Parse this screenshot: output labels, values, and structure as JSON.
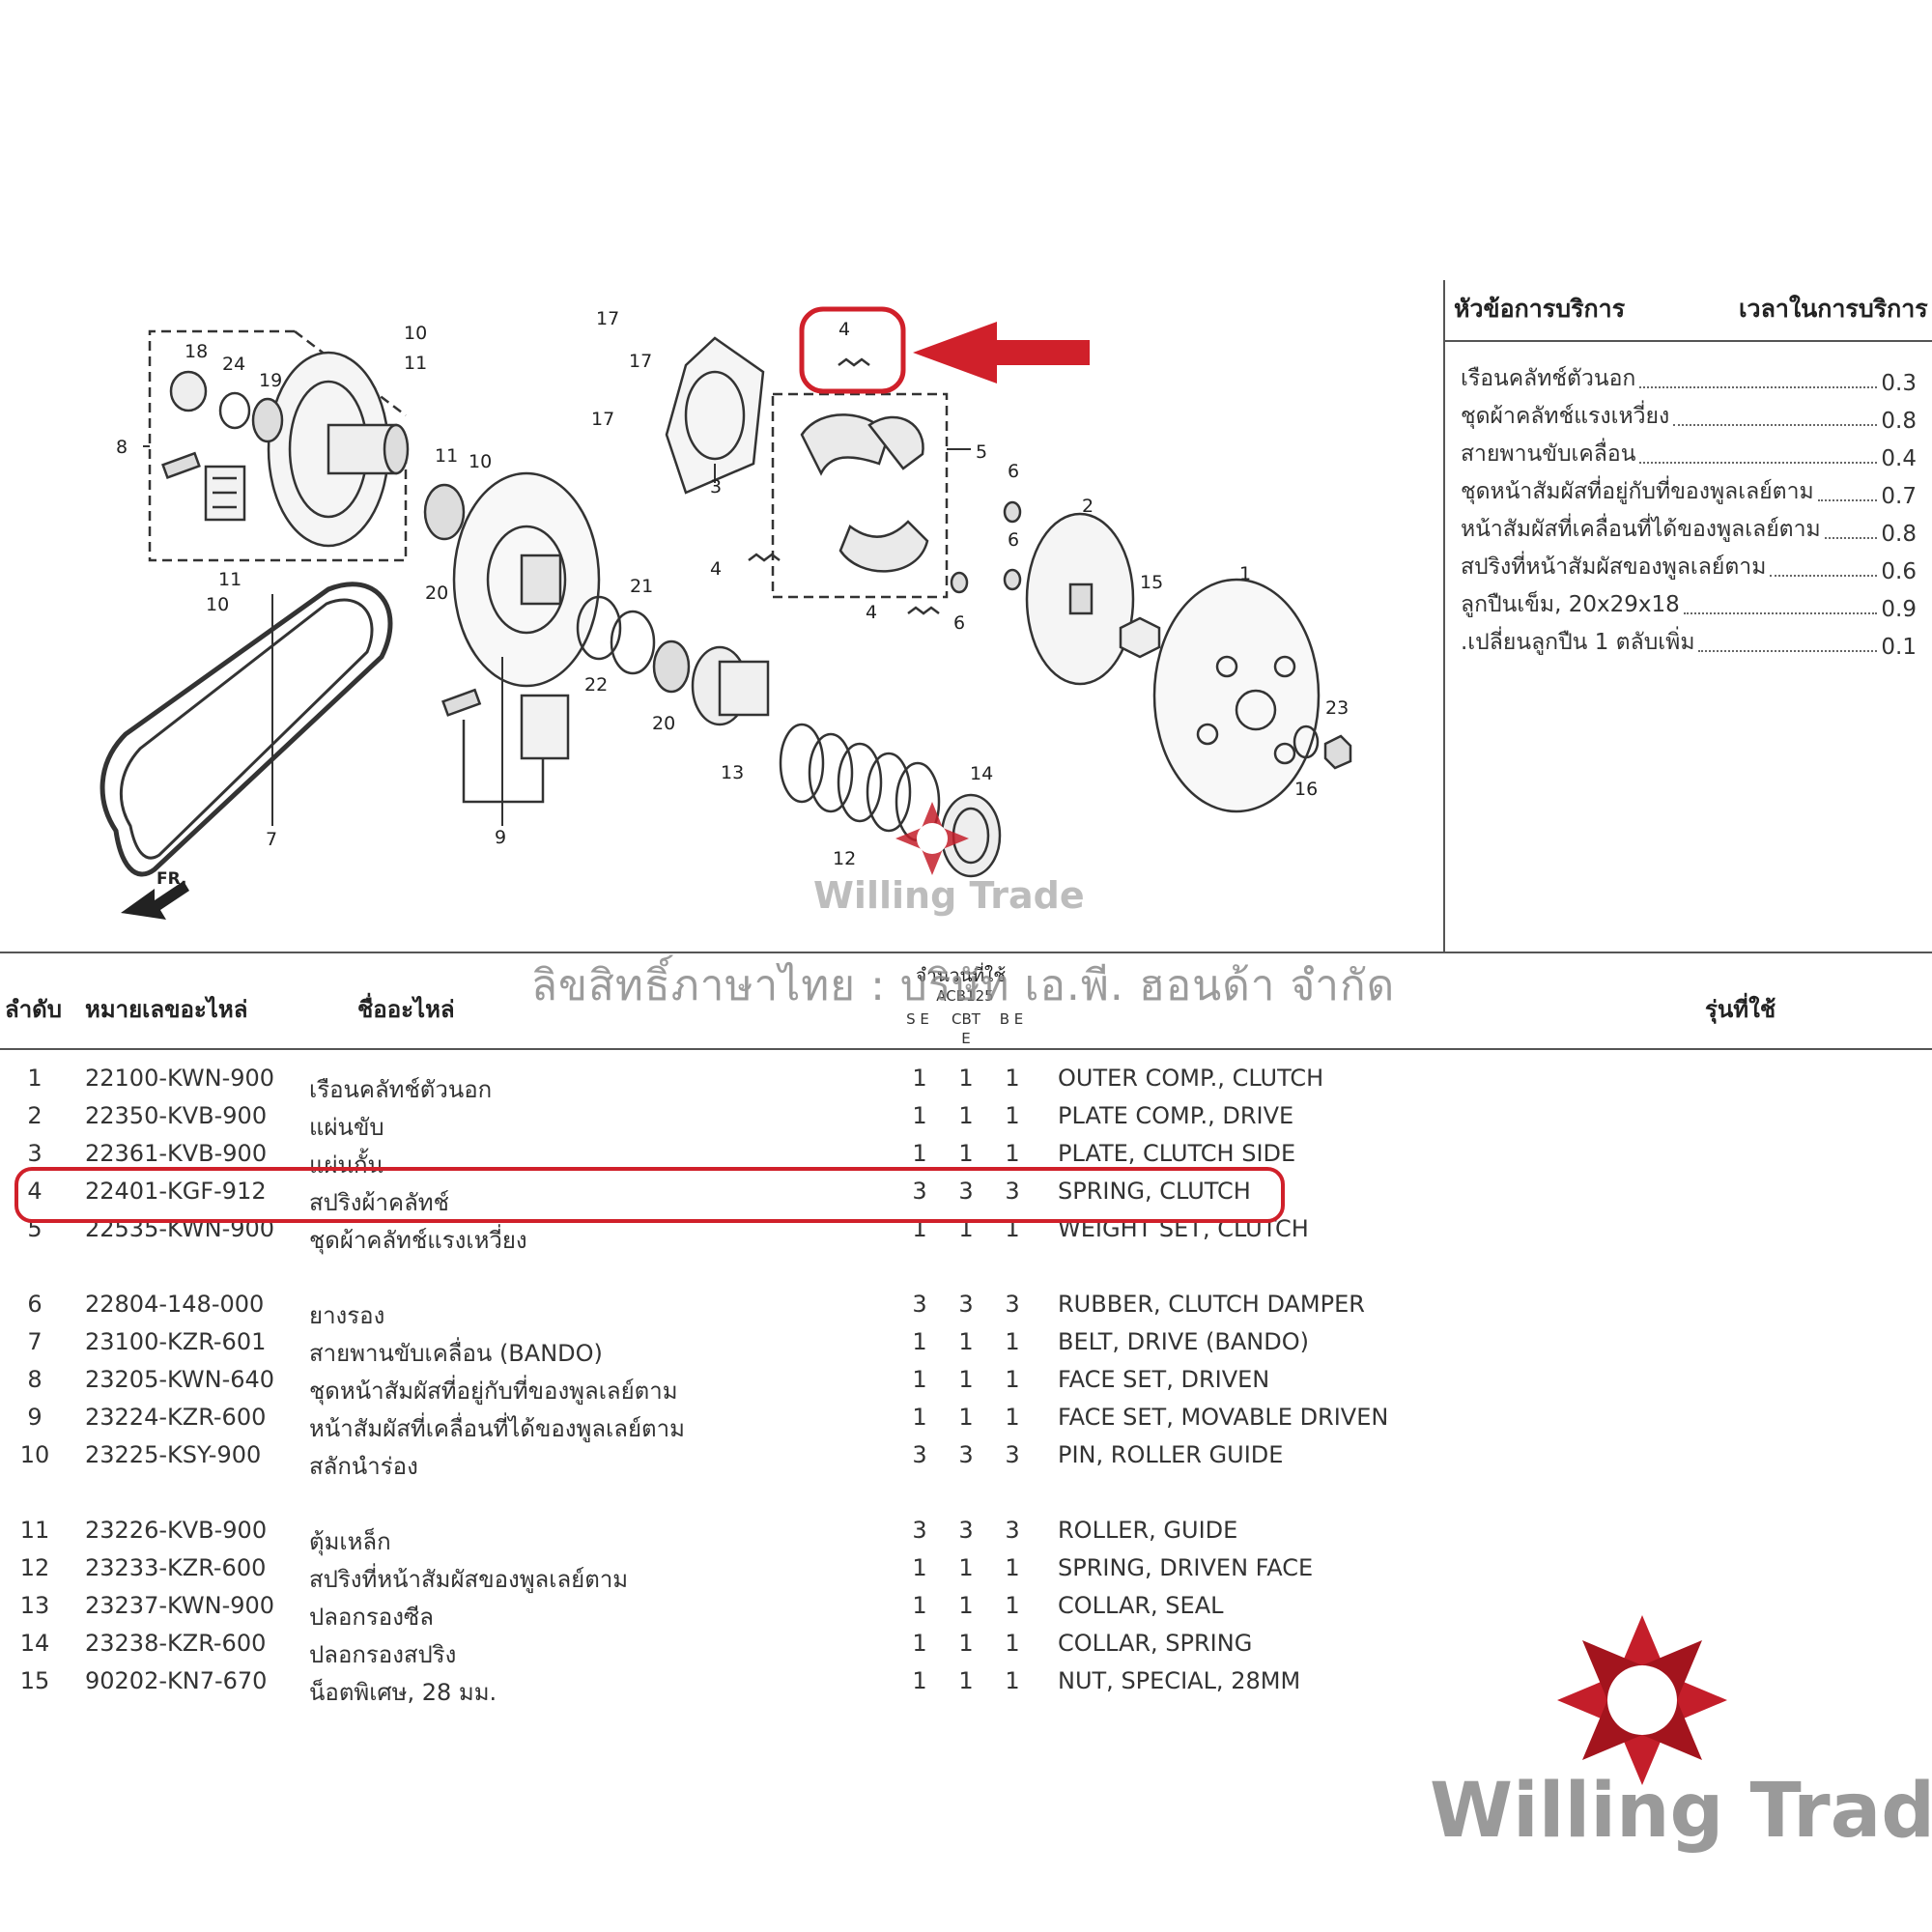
{
  "service": {
    "header_item": "หัวข้อการบริการ",
    "header_time": "เวลาในการบริการ",
    "rows": [
      {
        "label": "เรือนคลัทช์ตัวนอก",
        "value": "0.3"
      },
      {
        "label": "ชุดผ้าคลัทช์แรงเหวี่ยง",
        "value": "0.8"
      },
      {
        "label": "สายพานขับเคลื่อน",
        "value": "0.4"
      },
      {
        "label": "ชุดหน้าสัมผัสที่อยู่กับที่ของพูลเลย์ตาม",
        "value": "0.7"
      },
      {
        "label": "หน้าสัมผัสที่เคลื่อนที่ได้ของพูลเลย์ตาม",
        "value": "0.8"
      },
      {
        "label": "สปริงที่หน้าสัมผัสของพูลเลย์ตาม",
        "value": "0.6"
      },
      {
        "label": "ลูกปืนเข็ม, 20x29x18",
        "value": "0.9"
      },
      {
        "label": ".เปลี่ยนลูกปืน 1 ตลับเพิ่ม",
        "value": "0.1"
      }
    ]
  },
  "table": {
    "headers": {
      "no": "ลำดับ",
      "part_no": "หมายเลขอะไหล่",
      "name": "ชื่ออะไหล่",
      "qty": "จำนวนที่ใช้",
      "model": "ACB125",
      "col1": "S E",
      "col2": "CBT E",
      "col3": "B E",
      "models_used": "รุ่นที่ใช้"
    },
    "rows": [
      {
        "no": "1",
        "pn": "22100-KWN-900",
        "th": "เรือนคลัทช์ตัวนอก",
        "q1": "1",
        "q2": "1",
        "q3": "1",
        "en": "OUTER COMP., CLUTCH"
      },
      {
        "no": "2",
        "pn": "22350-KVB-900",
        "th": "แผ่นขับ",
        "q1": "1",
        "q2": "1",
        "q3": "1",
        "en": "PLATE COMP., DRIVE"
      },
      {
        "no": "3",
        "pn": "22361-KVB-900",
        "th": "แผ่นกั้น",
        "q1": "1",
        "q2": "1",
        "q3": "1",
        "en": "PLATE, CLUTCH SIDE"
      },
      {
        "no": "4",
        "pn": "22401-KGF-912",
        "th": "สปริงผ้าคลัทช์",
        "q1": "3",
        "q2": "3",
        "q3": "3",
        "en": "SPRING, CLUTCH"
      },
      {
        "no": "5",
        "pn": "22535-KWN-900",
        "th": "ชุดผ้าคลัทช์แรงเหวี่ยง",
        "q1": "1",
        "q2": "1",
        "q3": "1",
        "en": "WEIGHT SET, CLUTCH"
      },
      {
        "no": "6",
        "pn": "22804-148-000",
        "th": "ยางรอง",
        "q1": "3",
        "q2": "3",
        "q3": "3",
        "en": "RUBBER, CLUTCH DAMPER"
      },
      {
        "no": "7",
        "pn": "23100-KZR-601",
        "th": "สายพานขับเคลื่อน (BANDO)",
        "q1": "1",
        "q2": "1",
        "q3": "1",
        "en": "BELT, DRIVE (BANDO)"
      },
      {
        "no": "8",
        "pn": "23205-KWN-640",
        "th": "ชุดหน้าสัมผัสที่อยู่กับที่ของพูลเลย์ตาม",
        "q1": "1",
        "q2": "1",
        "q3": "1",
        "en": "FACE SET, DRIVEN"
      },
      {
        "no": "9",
        "pn": "23224-KZR-600",
        "th": "หน้าสัมผัสที่เคลื่อนที่ได้ของพูลเลย์ตาม",
        "q1": "1",
        "q2": "1",
        "q3": "1",
        "en": "FACE SET, MOVABLE DRIVEN"
      },
      {
        "no": "10",
        "pn": "23225-KSY-900",
        "th": "สลักนำร่อง",
        "q1": "3",
        "q2": "3",
        "q3": "3",
        "en": "PIN, ROLLER GUIDE"
      },
      {
        "no": "11",
        "pn": "23226-KVB-900",
        "th": "ตุ้มเหล็ก",
        "q1": "3",
        "q2": "3",
        "q3": "3",
        "en": "ROLLER, GUIDE"
      },
      {
        "no": "12",
        "pn": "23233-KZR-600",
        "th": "สปริงที่หน้าสัมผัสของพูลเลย์ตาม",
        "q1": "1",
        "q2": "1",
        "q3": "1",
        "en": "SPRING, DRIVEN FACE"
      },
      {
        "no": "13",
        "pn": "23237-KWN-900",
        "th": "ปลอกรองซีล",
        "q1": "1",
        "q2": "1",
        "q3": "1",
        "en": "COLLAR, SEAL"
      },
      {
        "no": "14",
        "pn": "23238-KZR-600",
        "th": "ปลอกรองสปริง",
        "q1": "1",
        "q2": "1",
        "q3": "1",
        "en": "COLLAR, SPRING"
      },
      {
        "no": "15",
        "pn": "90202-KN7-670",
        "th": "น็อตพิเศษ, 28 มม.",
        "q1": "1",
        "q2": "1",
        "q3": "1",
        "en": "NUT, SPECIAL, 28MM"
      }
    ]
  },
  "copyright": "ลิขสิทธิ์ภาษาไทย : บริษัท เอ.พี. ฮอนด้า จำกัด",
  "watermark": "Willing Trade",
  "diagram_labels": [
    "1",
    "2",
    "3",
    "4",
    "5",
    "6",
    "7",
    "8",
    "9",
    "10",
    "11",
    "12",
    "13",
    "14",
    "15",
    "16",
    "17",
    "18",
    "19",
    "20",
    "21",
    "22",
    "23",
    "24"
  ],
  "diagram_fr": "FR.",
  "colors": {
    "highlight": "#d0202a",
    "brand": "#c41e2a",
    "watermark": "#a0a0a0"
  }
}
